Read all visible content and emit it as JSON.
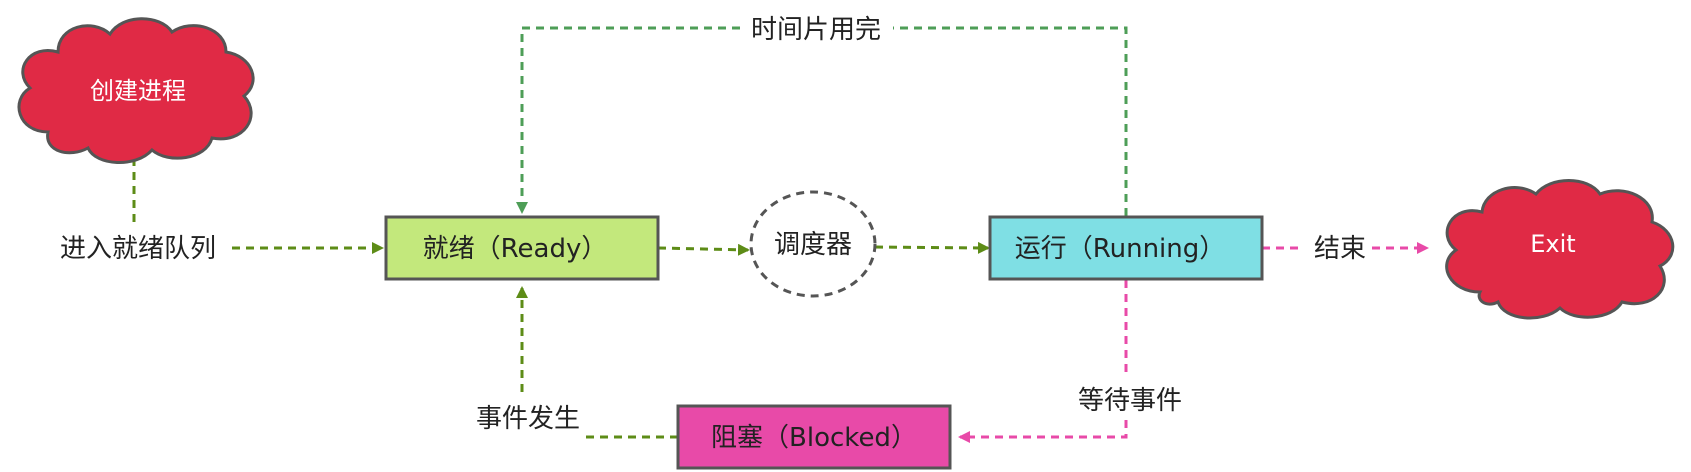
{
  "nodes": {
    "create": {
      "label": "创建进程",
      "fill": "#e02a45"
    },
    "exit": {
      "label": "Exit",
      "fill": "#e02a45"
    },
    "ready": {
      "label": "就绪（Ready）",
      "fill": "#c3e87c"
    },
    "scheduler": {
      "label": "调度器"
    },
    "running": {
      "label": "运行（Running）",
      "fill": "#7fdfe4"
    },
    "blocked": {
      "label": "阻塞（Blocked）",
      "fill": "#e84aa8"
    }
  },
  "edges": {
    "enter_ready": {
      "label": "进入就绪队列",
      "color": "#5d8c17"
    },
    "timeslice": {
      "label": "时间片用完",
      "color": "#4e9e57"
    },
    "end": {
      "label": "结束",
      "color": "#e84aa8"
    },
    "wait": {
      "label": "等待事件",
      "color": "#e84aa8"
    },
    "occur": {
      "label": "事件发生",
      "color": "#5d8c17"
    }
  }
}
